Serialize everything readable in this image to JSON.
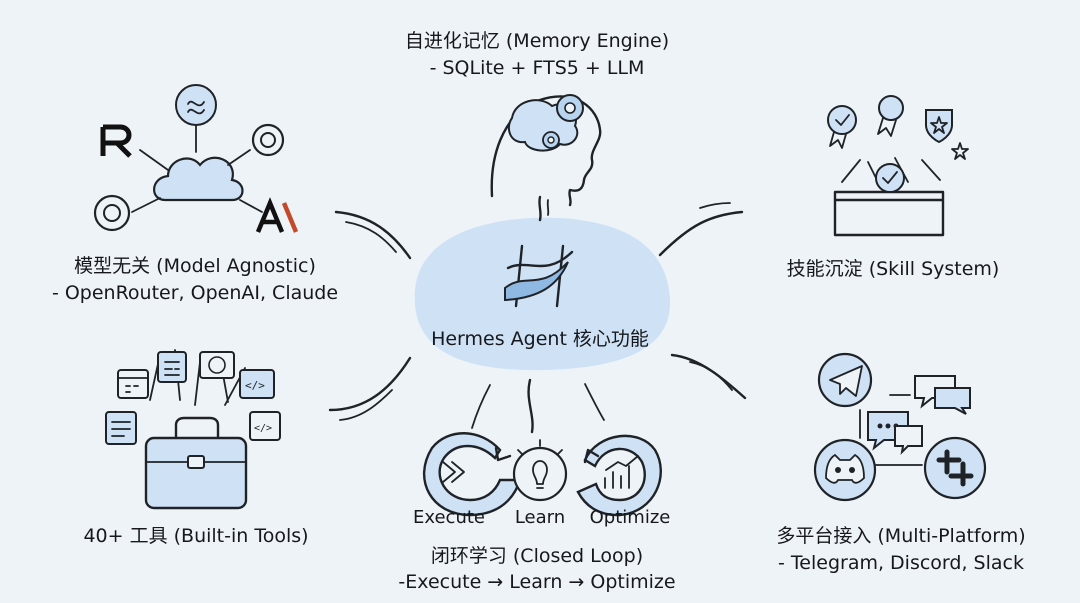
{
  "center": {
    "title": "Hermes Agent 核心功能"
  },
  "memory": {
    "title": "自进化记忆 (Memory Engine)",
    "subtitle": "- SQLite + FTS5 + LLM"
  },
  "model": {
    "title": "模型无关 (Model Agnostic)",
    "subtitle": "- OpenRouter, OpenAI, Claude"
  },
  "skill": {
    "title": "技能沉淀 (Skill System)"
  },
  "tools": {
    "title": "40+ 工具 (Built-in Tools)"
  },
  "loop": {
    "title": "闭环学习 (Closed Loop)",
    "subtitle": "-Execute → Learn → Optimize",
    "steps": [
      "Execute",
      "Learn",
      "Optimize"
    ]
  },
  "platform": {
    "title": "多平台接入 (Multi-Platform)",
    "subtitle": "- Telegram, Discord, Slack"
  },
  "icons": {
    "hermes_logo": "hermes-h-logo-icon",
    "brain": "brain-gears-icon",
    "cloud": "cloud-icon",
    "openrouter": "openrouter-r-icon",
    "openai": "openai-knot-icon",
    "anthropic": "anthropic-a-icon",
    "toolbox": "toolbox-badges-icon",
    "briefcase": "briefcase-tools-icon",
    "telegram": "telegram-plane-icon",
    "discord": "discord-icon",
    "slack": "slack-icon"
  },
  "colors": {
    "background": "#eef3f8",
    "accent_blue": "#cfe2f5",
    "ink": "#1f2328"
  }
}
